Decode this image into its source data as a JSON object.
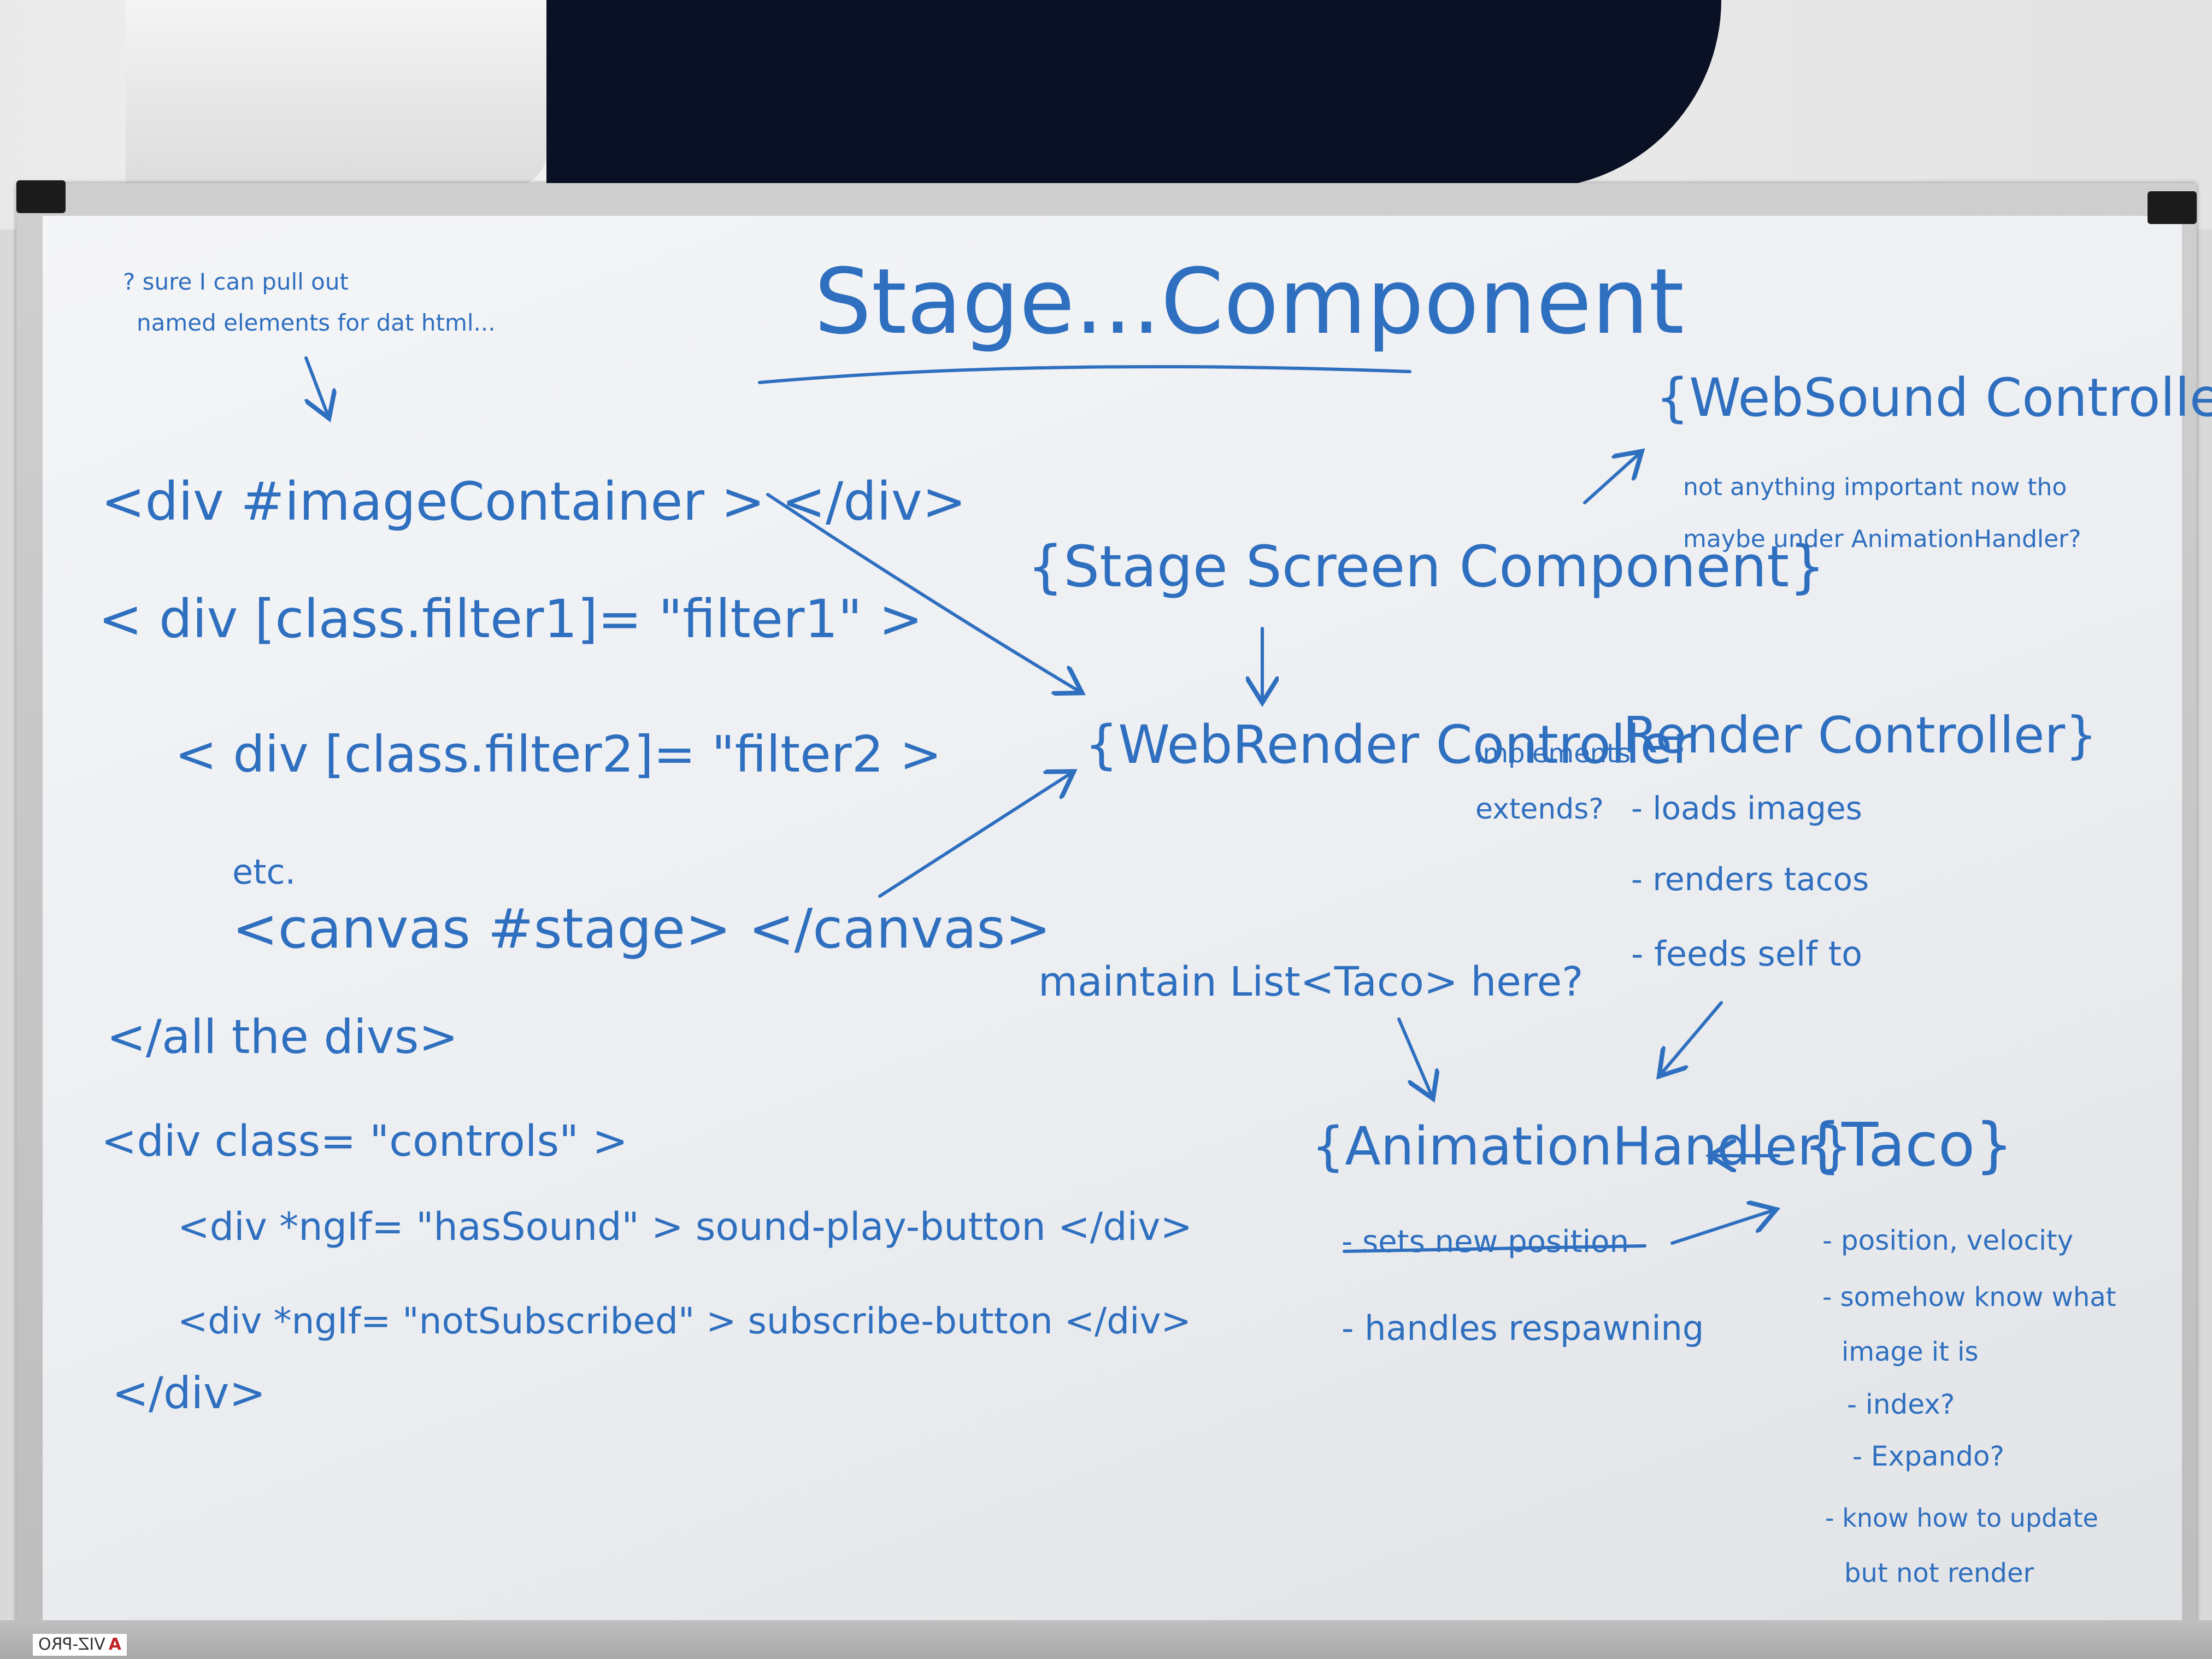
{
  "brand": "VIZ-PRO",
  "title": "Stage...Component",
  "note_top_left": [
    "? sure I can pull out",
    "named elements for dat html..."
  ],
  "code_lines": {
    "image_container": "<div #imageContainer > </div>",
    "div_filter1": "< div [class.filter1]= \"filter1\" >",
    "div_filter2": "< div [class.filter2]= \"filter2 >",
    "etc": "etc.",
    "canvas": "<canvas #stage> </canvas>",
    "close_all": "</all the divs>",
    "controls": "<div class= \"controls\" >",
    "sound_button": "<div *ngIf= \"hasSound\" > sound-play-button </div>",
    "subscribe_button": "<div *ngIf= \"notSubscribed\" > subscribe-button </div>",
    "close_div": "</div>"
  },
  "boxes": {
    "stage_screen": "{Stage Screen Component}",
    "web_render": "{WebRender Controller",
    "implements": "implements",
    "extends": "extends?",
    "render_controller": "Render Controller}",
    "websound": "{WebSound Controller}",
    "animation_handler": "{AnimationHandler}",
    "taco": "{Taco}"
  },
  "websound_note": [
    "not anything important now tho",
    "maybe under AnimationHandler?"
  ],
  "render_bullets": [
    "- loads images",
    "- renders tacos",
    "- feeds self to"
  ],
  "maintain_note": "maintain List<Taco> here?",
  "animation_bullets": {
    "struck": "- sets new position",
    "handles": "- handles respawning"
  },
  "taco_bullets": [
    "- position, velocity",
    "- somehow know what",
    "image it is",
    "- index?",
    "- Expando?",
    "- know how to update",
    "but not render"
  ],
  "colors": {
    "ink": "#2f6fbf",
    "board": "#eceef1",
    "frame": "#c4c4c4"
  }
}
